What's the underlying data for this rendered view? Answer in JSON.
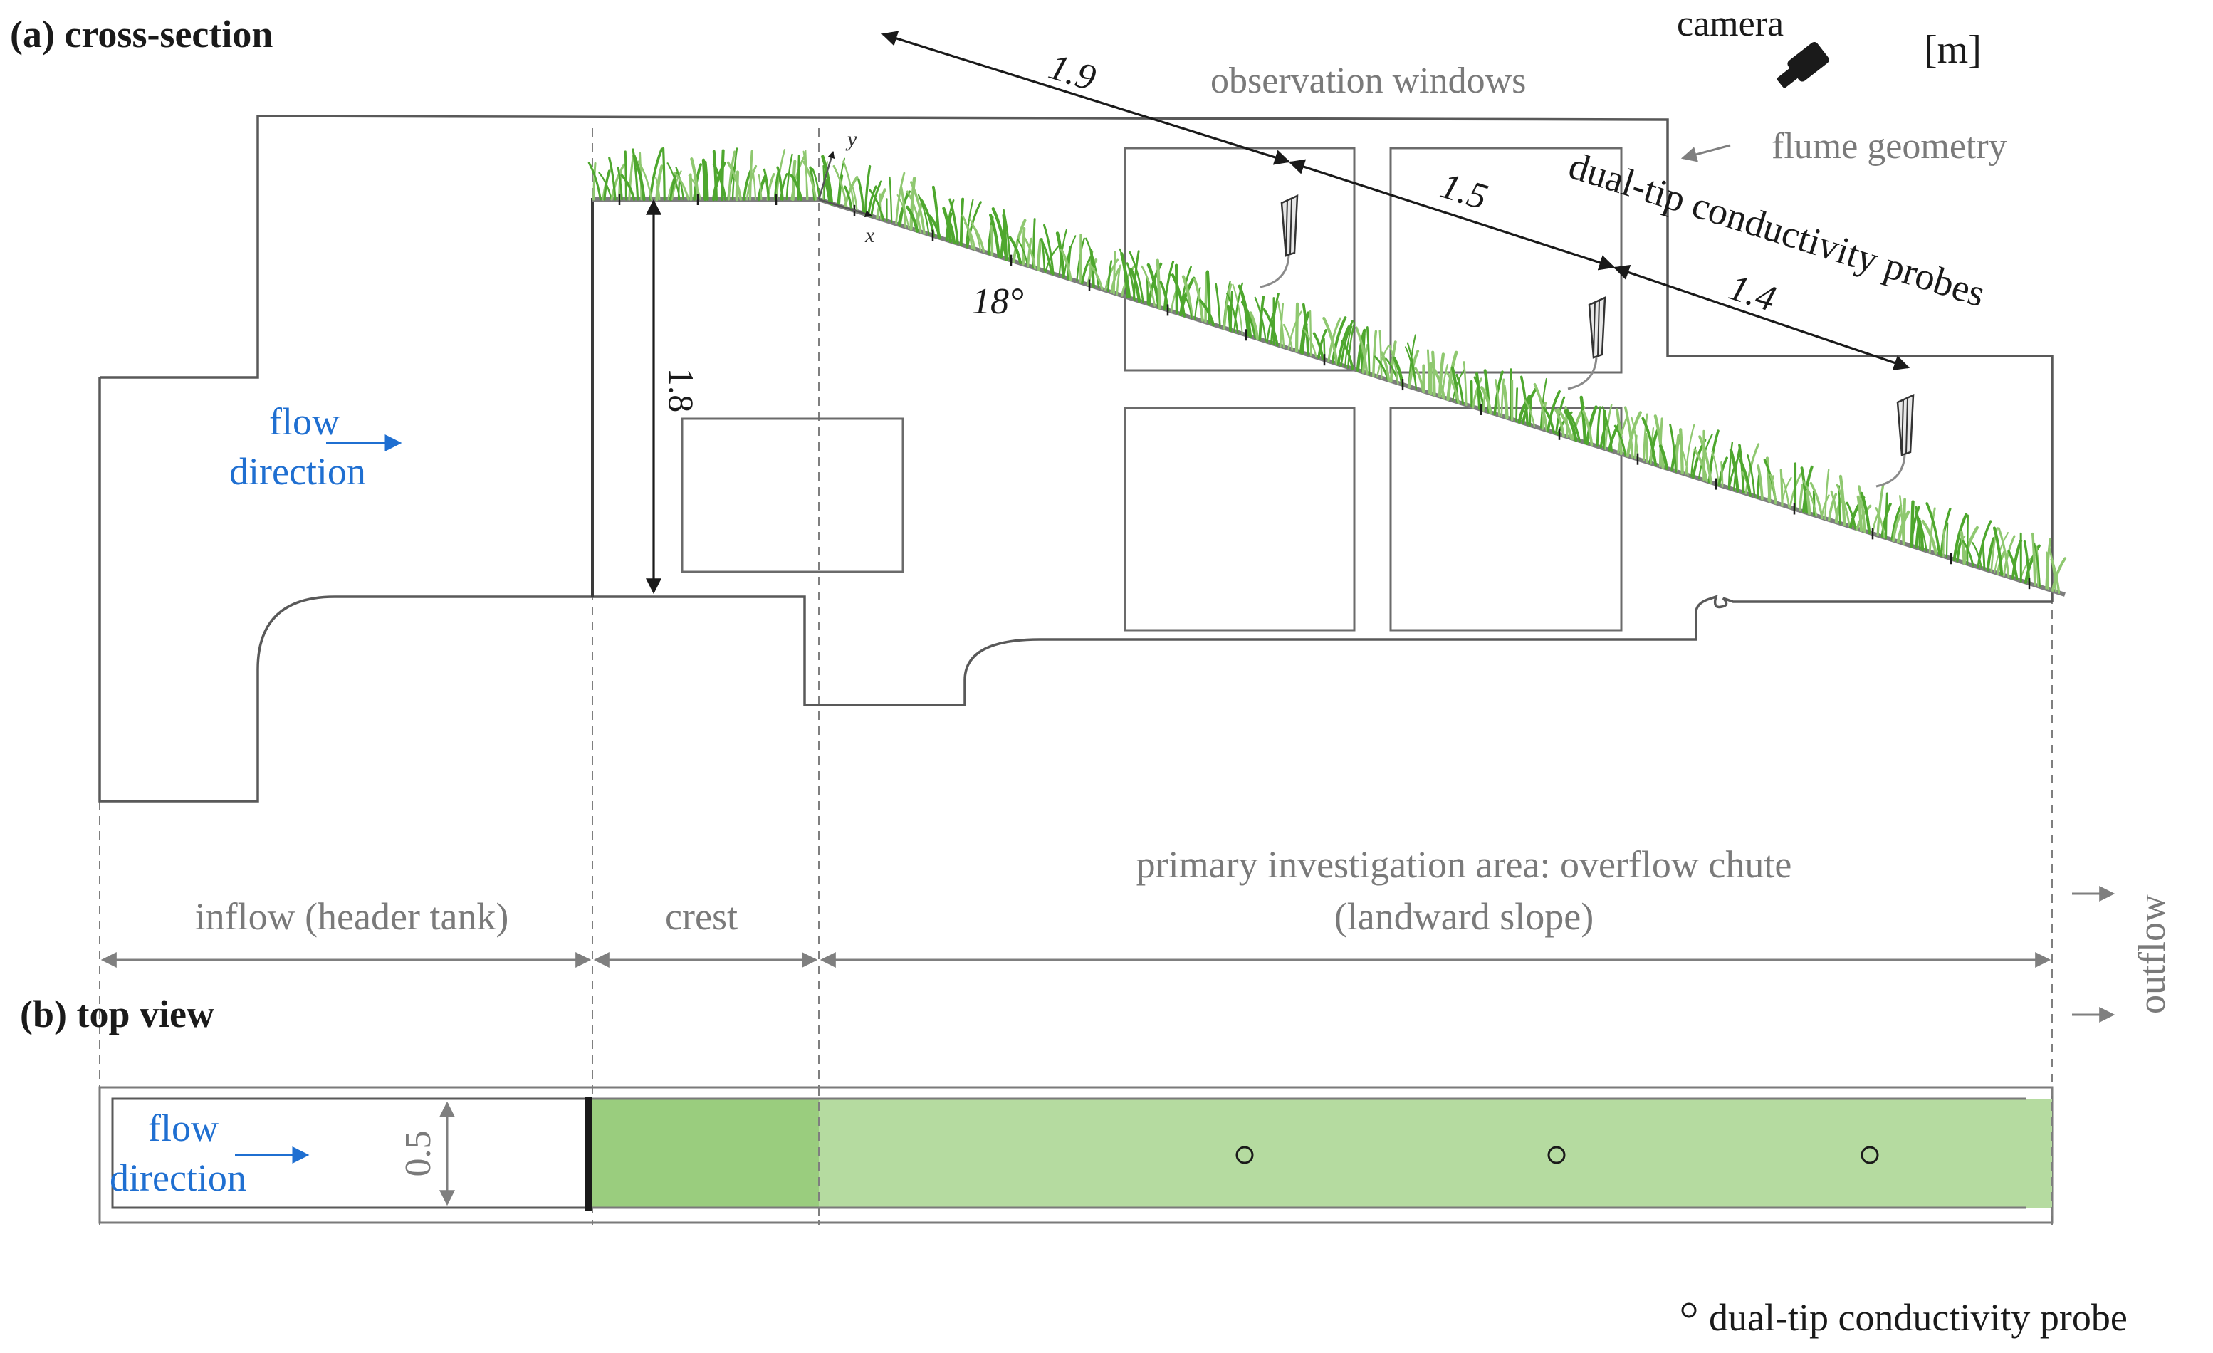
{
  "panels": {
    "a_label": "(a) cross-section",
    "b_label": "(b) top view"
  },
  "unit_label": "[m]",
  "camera_label": "camera",
  "labels": {
    "observation_windows": "observation windows",
    "flume_geometry": "flume geometry",
    "probes": "dual-tip conductivity probes",
    "flow_direction_line1": "flow",
    "flow_direction_line2": "direction",
    "angle": "18°",
    "axis_x": "x",
    "axis_y": "y",
    "outflow": "outflow"
  },
  "dimensions": {
    "d1": "1.9",
    "d2": "1.5",
    "d3": "1.4",
    "crest_height": "1.8",
    "width": "0.5"
  },
  "sections": {
    "inflow": "inflow (header tank)",
    "crest": "crest",
    "primary_line1": "primary investigation area: overflow chute",
    "primary_line2": "(landward slope)"
  },
  "legend": {
    "probe": "dual-tip conductivity probe"
  },
  "colors": {
    "outline": "#595959",
    "grass_dark": "#4ea72e",
    "grass_light": "#8fc870",
    "crest_fill": "#9acd7e",
    "chute_fill": "#b5dba0",
    "flow_blue": "#1f6fd1",
    "label_gray": "#7a7a7a",
    "text_dark": "#1a1a1a"
  }
}
